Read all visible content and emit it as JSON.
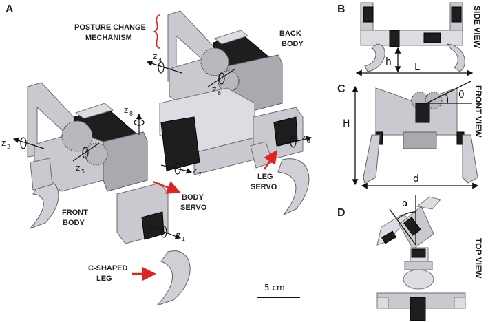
{
  "panels": {
    "a": "A",
    "b": "B",
    "c": "C",
    "d": "D"
  },
  "labels": {
    "posture_change_1": "POSTURE CHANGE",
    "posture_change_2": "MECHANISM",
    "back_body_1": "BACK",
    "back_body_2": "BODY",
    "front_body_1": "FRONT",
    "front_body_2": "BODY",
    "body_servo_1": "BODY",
    "body_servo_2": "SERVO",
    "leg_servo_1": "LEG",
    "leg_servo_2": "SERVO",
    "c_leg_1": "C-SHAPED",
    "c_leg_2": "LEG"
  },
  "axes": {
    "z": "z",
    "z1": "1",
    "z2": "2",
    "z3": "3",
    "z4": "4",
    "z5": "5",
    "z6": "6",
    "z7": "7",
    "z8": "8"
  },
  "views": {
    "side": "SIDE VIEW",
    "front": "FRONT VIEW",
    "top": "TOP VIEW"
  },
  "dimensions": {
    "h": "h",
    "L": "L",
    "H": "H",
    "d": "d",
    "theta": "θ",
    "alpha": "α"
  },
  "scale_bar": "5 cm",
  "colors": {
    "accent_red": "#e02424",
    "metal": "#c9c9cf",
    "servo": "#1e1e1e"
  }
}
